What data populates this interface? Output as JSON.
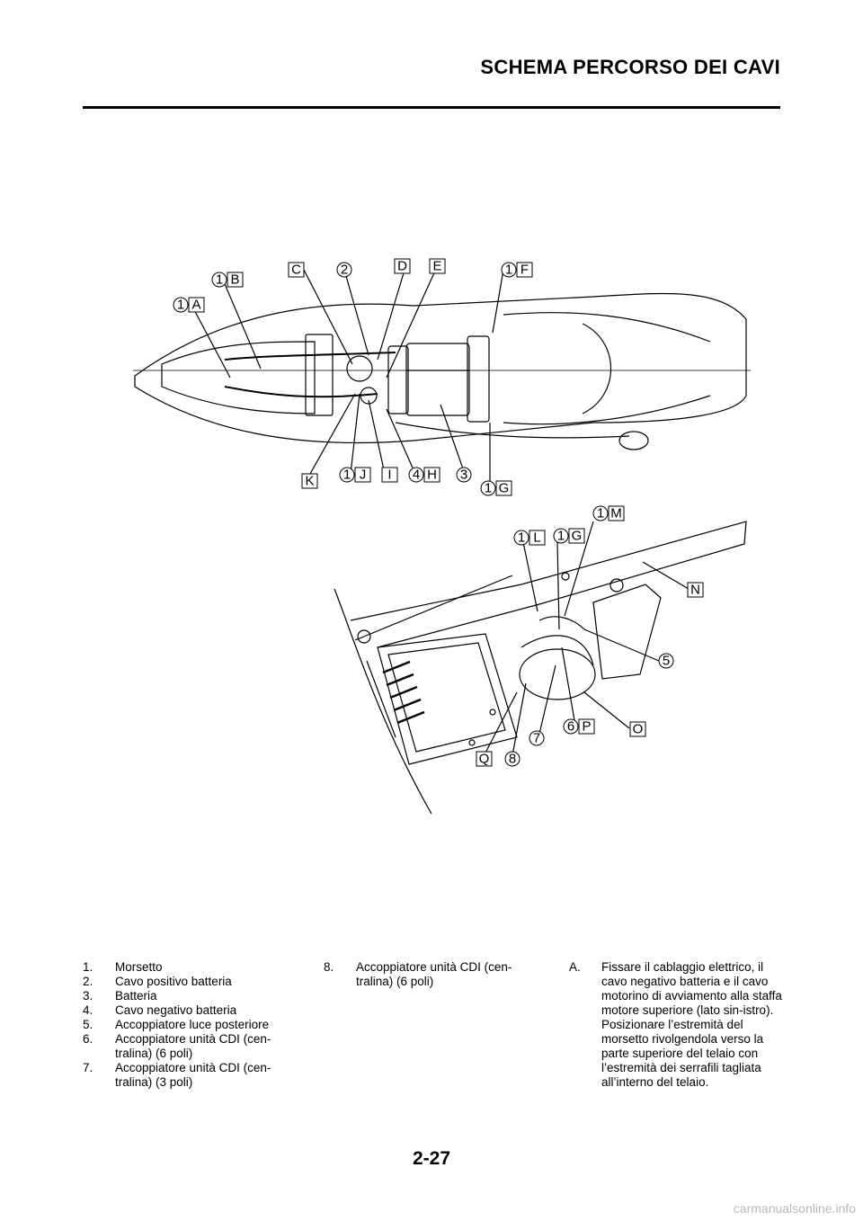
{
  "header": {
    "title": "SCHEMA PERCORSO DEI CAVI"
  },
  "figure": {
    "callouts_top": [
      {
        "num": "1",
        "letter": "A"
      },
      {
        "num": "1",
        "letter": "B"
      },
      {
        "num": "",
        "letter": "C"
      },
      {
        "num": "2",
        "letter": ""
      },
      {
        "num": "",
        "letter": "D"
      },
      {
        "num": "",
        "letter": "E"
      },
      {
        "num": "1",
        "letter": "F"
      },
      {
        "num": "",
        "letter": "K"
      },
      {
        "num": "1",
        "letter": "J"
      },
      {
        "num": "",
        "letter": "I"
      },
      {
        "num": "4",
        "letter": "H"
      },
      {
        "num": "3",
        "letter": ""
      },
      {
        "num": "1",
        "letter": "G"
      }
    ],
    "callouts_bottom": [
      {
        "num": "1",
        "letter": "M"
      },
      {
        "num": "1",
        "letter": "L"
      },
      {
        "num": "1",
        "letter": "G"
      },
      {
        "num": "",
        "letter": "N"
      },
      {
        "num": "5",
        "letter": ""
      },
      {
        "num": "7",
        "letter": ""
      },
      {
        "num": "6",
        "letter": "P"
      },
      {
        "num": "",
        "letter": "O"
      },
      {
        "num": "",
        "letter": "Q"
      },
      {
        "num": "8",
        "letter": ""
      }
    ]
  },
  "legend": {
    "col1": [
      {
        "num": "1.",
        "text": "Morsetto"
      },
      {
        "num": "2.",
        "text": "Cavo positivo batteria"
      },
      {
        "num": "3.",
        "text": "Batteria"
      },
      {
        "num": "4.",
        "text": "Cavo negativo batteria"
      },
      {
        "num": "5.",
        "text": "Accoppiatore luce posteriore"
      },
      {
        "num": "6.",
        "text": "Accoppiatore unità CDI (cen-tralina) (6 poli)"
      },
      {
        "num": "7.",
        "text": "Accoppiatore unità CDI (cen-tralina) (3 poli)"
      }
    ],
    "col2": [
      {
        "num": "8.",
        "text": "Accoppiatore unità CDI (cen-tralina) (6 poli)"
      }
    ],
    "col3": [
      {
        "num": "A.",
        "text": "Fissare il cablaggio elettrico, il cavo negativo batteria e il cavo motorino di avviamento alla staffa motore superiore (lato sin-istro).  Posizionare l’estremità del morsetto rivolgendola verso la parte superiore del telaio con l’estremità dei serrafili tagliata all’interno del telaio."
      }
    ]
  },
  "page_number": "2-27",
  "footer": "carmanualsonline.info"
}
